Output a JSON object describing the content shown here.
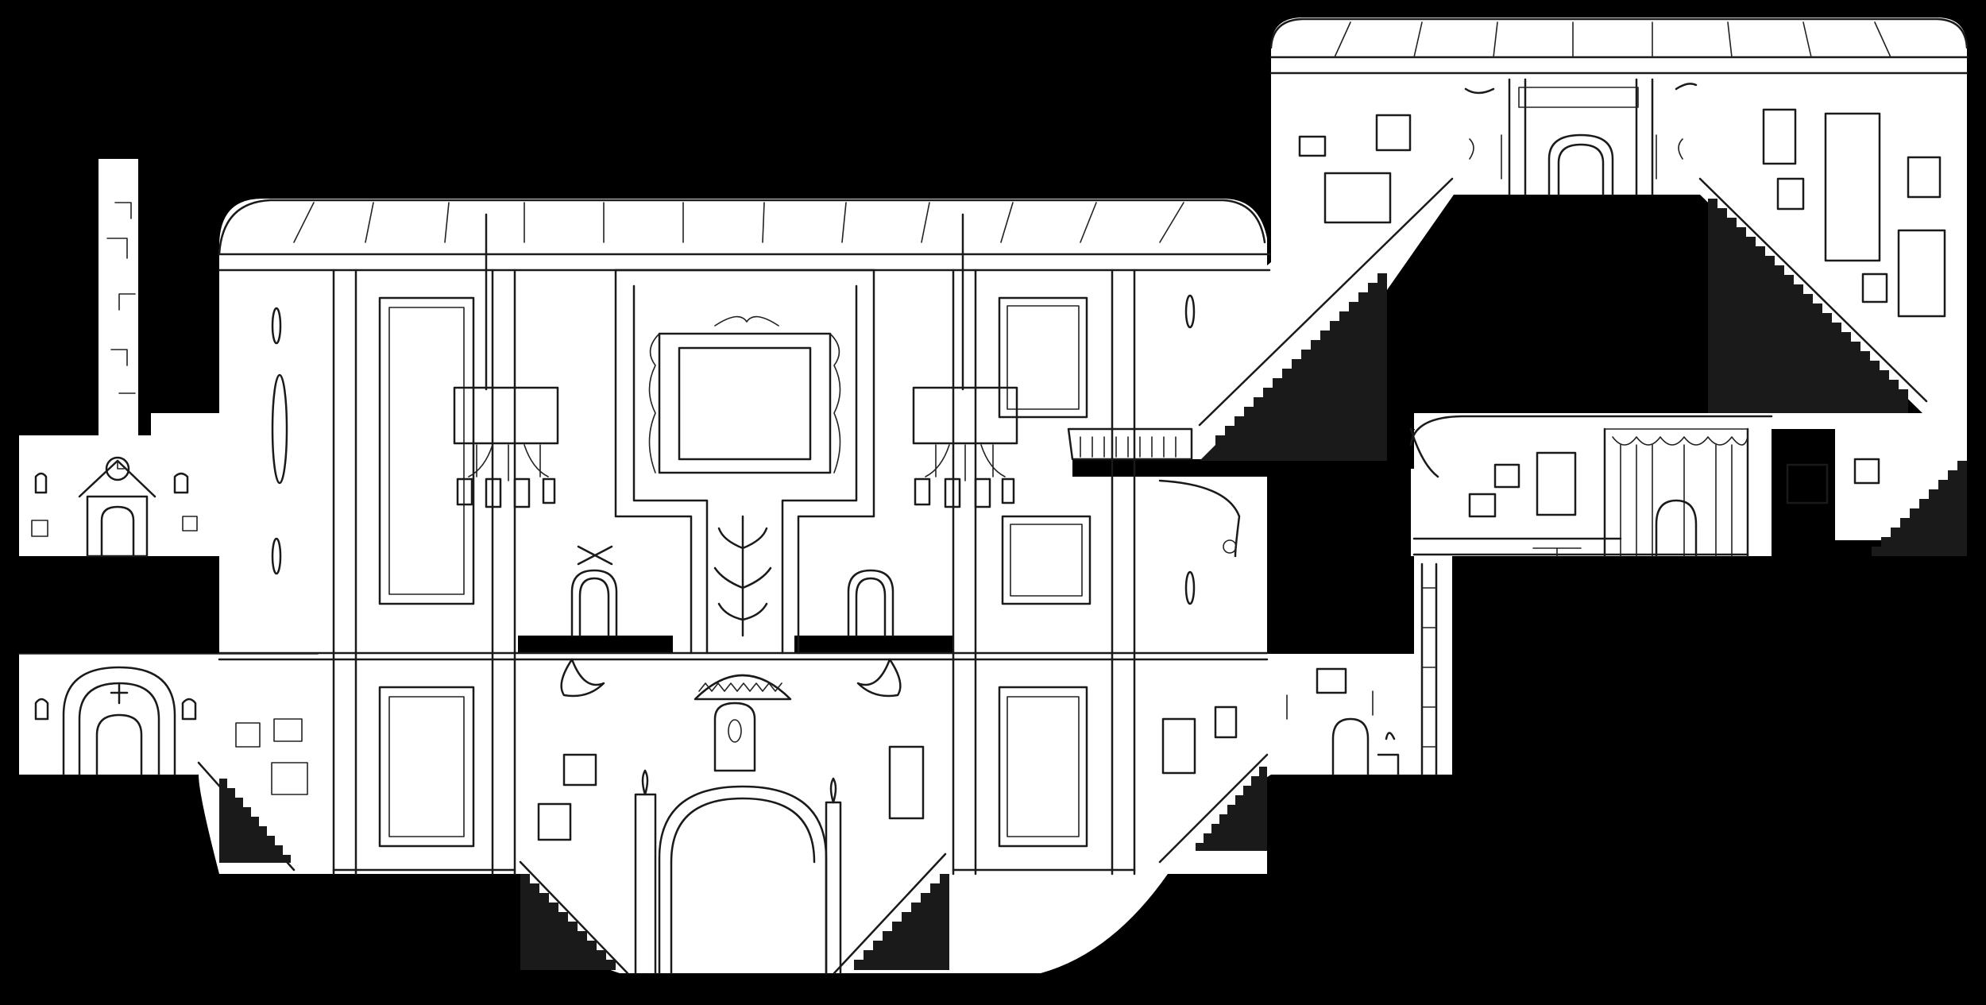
{
  "scene": {
    "type": "side-scrolling level map sketch",
    "background_color": "#000000",
    "room_color": "#ffffff",
    "ink_color": "#1a1a1a"
  },
  "rooms": [
    {
      "id": "tower-shaft",
      "icon": "narrow-shaft"
    },
    {
      "id": "clock-room",
      "icon": "clock-icon"
    },
    {
      "id": "chapel-room",
      "icon": "cross-icon"
    },
    {
      "id": "grand-hall",
      "icon": "chandelier-icon"
    },
    {
      "id": "lower-entrance",
      "icon": "arched-door-icon"
    },
    {
      "id": "upper-gallery",
      "icon": "portrait-icon"
    },
    {
      "id": "east-corridor",
      "icon": "curtain-icon"
    },
    {
      "id": "side-passage",
      "icon": "candle-icon"
    }
  ]
}
